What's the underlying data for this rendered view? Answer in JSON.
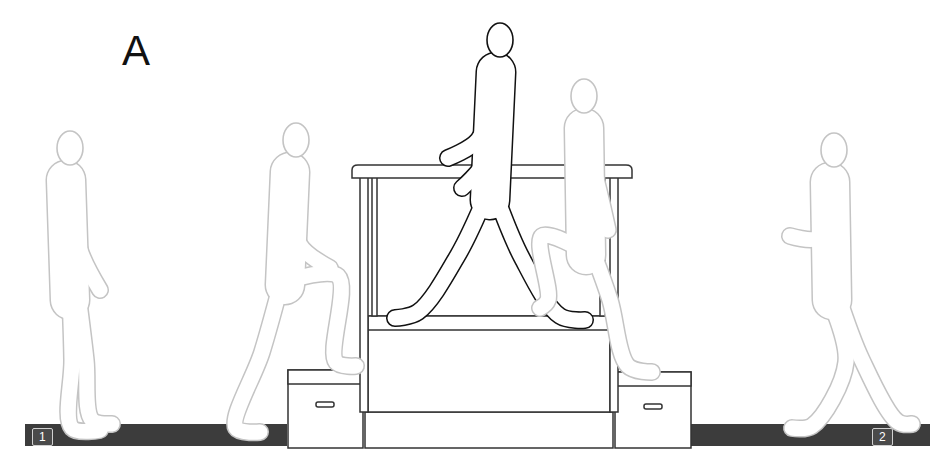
{
  "diagram": {
    "nodes": [
      {
        "text": [
          "1"
        ]
      },
      {
        "text": [
          "2"
        ]
      }
    ],
    "labels": [
      "A"
    ]
  }
}
